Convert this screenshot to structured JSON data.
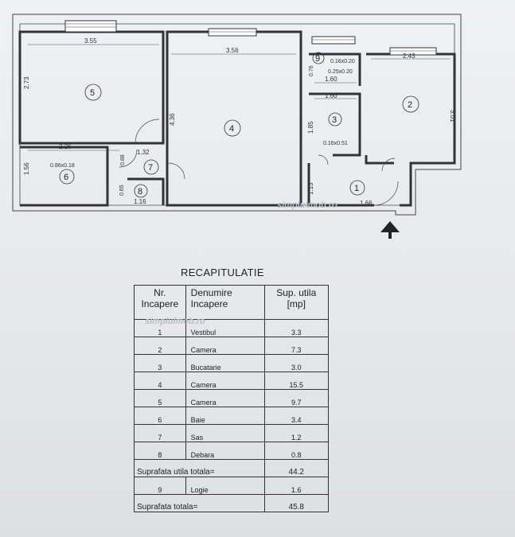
{
  "floorplan": {
    "dimensions": {
      "room5_width": "3.55",
      "room5_height": "2.73",
      "room4_width": "3.56",
      "room4_height": "4.36",
      "room6_width": "2.26",
      "room6_height": "1.56",
      "hall_1_32": "1.32",
      "niche_0_86": "0.86x0.18",
      "h_0_88": "0.88",
      "h_0_65": "0.65",
      "room8_width": "1.16",
      "room9_h": "0.76",
      "room9_a": "0.16x0.20",
      "room9_b": "0.25x0.20",
      "room9_w": "1.60",
      "room3_w": "1.60",
      "room3_h": "1.85",
      "room3_niche": "0.16x0.51",
      "room1_h": "1.13",
      "room1_w": "1.66",
      "room2_w": "2.43",
      "room2_h": "3.01"
    },
    "rooms": [
      "1",
      "2",
      "3",
      "4",
      "5",
      "6",
      "7",
      "8",
      "9"
    ],
    "watermark": "simpluimob.ro"
  },
  "recap": {
    "title": "RECAPITULATIE",
    "headers": {
      "nr": "Nr. Incapere",
      "name": "Denumire Incapere",
      "area": "Sup. utila [mp]"
    },
    "rows": [
      {
        "nr": "1",
        "name": "Vestibul",
        "area": "3.3"
      },
      {
        "nr": "2",
        "name": "Camera",
        "area": "7.3"
      },
      {
        "nr": "3",
        "name": "Bucatarie",
        "area": "3.0"
      },
      {
        "nr": "4",
        "name": "Camera",
        "area": "15.5"
      },
      {
        "nr": "5",
        "name": "Camera",
        "area": "9.7"
      },
      {
        "nr": "6",
        "name": "Baie",
        "area": "3.4"
      },
      {
        "nr": "7",
        "name": "Sas",
        "area": "1.2"
      },
      {
        "nr": "8",
        "name": "Debara",
        "area": "0.8"
      }
    ],
    "useful_total_label": "Suprafata utila totala=",
    "useful_total_value": "44.2",
    "loggia": {
      "nr": "9",
      "name": "Logie",
      "area": "1.6"
    },
    "total_label": "Suprafata totala=",
    "total_value": "45.8",
    "watermark": "simpluimob.ro"
  }
}
